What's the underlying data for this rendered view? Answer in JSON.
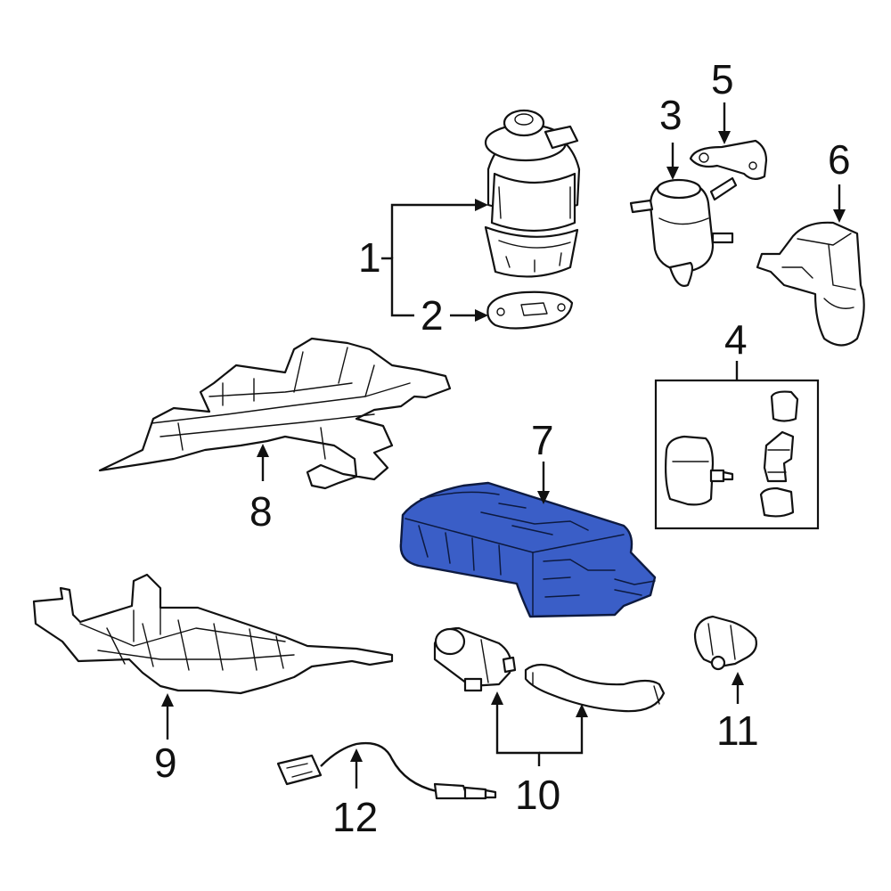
{
  "diagram": {
    "highlight_color": "#3a5ec7",
    "outline_color": "#111111",
    "background_color": "#ffffff",
    "callouts": [
      {
        "id": "1",
        "label": "1",
        "part": "egr-valve"
      },
      {
        "id": "2",
        "label": "2",
        "part": "egr-gasket"
      },
      {
        "id": "3",
        "label": "3",
        "part": "vacuum-solenoid-valve"
      },
      {
        "id": "4",
        "label": "4",
        "part": "solenoid-bracket-kit"
      },
      {
        "id": "5",
        "label": "5",
        "part": "mounting-bracket"
      },
      {
        "id": "6",
        "label": "6",
        "part": "engine-mount-bracket"
      },
      {
        "id": "7",
        "label": "7",
        "part": "vapor-canister"
      },
      {
        "id": "8",
        "label": "8",
        "part": "upper-heat-shield"
      },
      {
        "id": "9",
        "label": "9",
        "part": "lower-splash-shield"
      },
      {
        "id": "10",
        "label": "10",
        "part": "purge-valve-and-hose"
      },
      {
        "id": "11",
        "label": "11",
        "part": "purge-solenoid"
      },
      {
        "id": "12",
        "label": "12",
        "part": "oxygen-sensor"
      }
    ]
  }
}
